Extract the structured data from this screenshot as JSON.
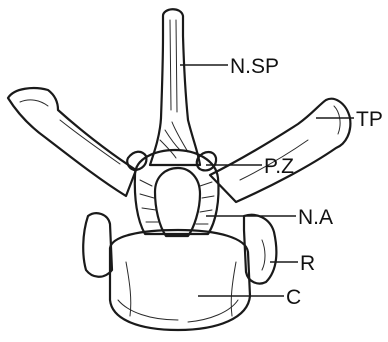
{
  "figure": {
    "labels": {
      "neural_spine": "N.SP",
      "transverse_process": "TP",
      "prezygapophysis": "P.Z",
      "neural_arch": "N.A",
      "rib_facet": "R",
      "centrum": "C"
    }
  }
}
